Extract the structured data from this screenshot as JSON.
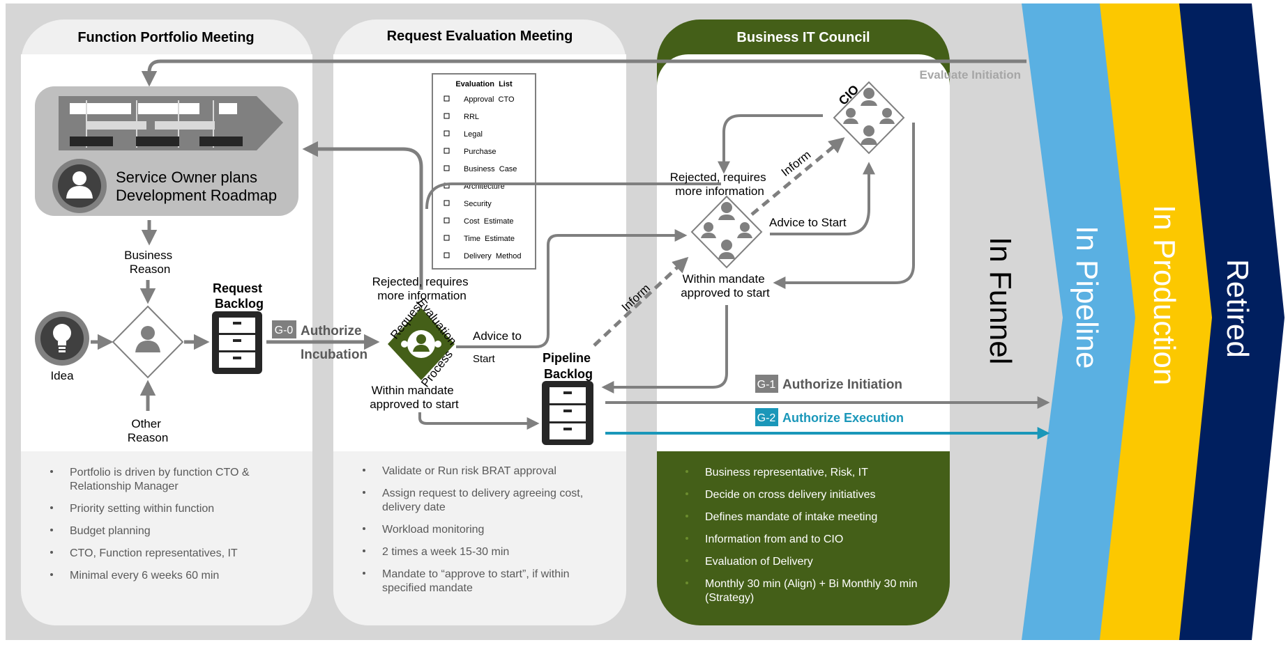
{
  "columns": {
    "fpm": {
      "title": "Function Portfolio Meeting",
      "roadmap": [
        "Service Owner plans",
        "Development Roadmap"
      ],
      "business_reason": [
        "Business",
        "Reason"
      ],
      "other_reason": [
        "Other",
        "Reason"
      ],
      "idea": "Idea",
      "request_backlog": [
        "Request",
        "Backlog"
      ],
      "bullets": [
        [
          "Portfolio is driven by function CTO &",
          "Relationship Manager"
        ],
        [
          "Priority setting within function"
        ],
        [
          "Budget planning"
        ],
        [
          "CTO, Function representatives, IT"
        ],
        [
          "Minimal every 6 weeks 60 min"
        ]
      ]
    },
    "rem": {
      "title": "Request Evaluation Meeting",
      "evaluation_list": {
        "title": "Evaluation  List",
        "items": [
          "Approval  CTO",
          "RRL",
          "Legal",
          "Purchase",
          "Business  Case",
          "Architecture",
          "Security",
          "Cost  Estimate",
          "Time  Estimate",
          "Delivery  Method"
        ]
      },
      "rejected": [
        "Rejected, requires",
        "more information"
      ],
      "rep_label": [
        "Request",
        "Evaluation",
        "Process"
      ],
      "advice": [
        "Advice to",
        "Start"
      ],
      "within_mandate": [
        "Within mandate",
        "approved to start"
      ],
      "pipeline_backlog": [
        "Pipeline",
        "Backlog"
      ],
      "bullets": [
        [
          "Validate or Run risk BRAT approval"
        ],
        [
          "Assign request to delivery agreeing cost,",
          "delivery date"
        ],
        [
          "Workload monitoring"
        ],
        [
          "2 times a week 15-30 min"
        ],
        [
          "Mandate to “approve to start”, if within",
          "specified mandate"
        ]
      ]
    },
    "bic": {
      "title": "Business IT Council",
      "cio": "CIO",
      "rejected": [
        "Rejected, requires",
        "more information"
      ],
      "inform": "Inform",
      "advice": "Advice to Start",
      "within_mandate": [
        "Within mandate",
        "approved to start"
      ],
      "bullets": [
        [
          "Business representative, Risk, IT"
        ],
        [
          "Decide on cross delivery initiatives"
        ],
        [
          "Defines mandate  of intake meeting"
        ],
        [
          "Information from and to CIO"
        ],
        [
          "Evaluation of Delivery"
        ],
        [
          "Monthly 30 min (Align) + Bi Monthly 30 min",
          "(Strategy)"
        ]
      ]
    }
  },
  "gates": {
    "g0": {
      "badge": "G-0",
      "label": [
        "Authorize",
        "Incubation"
      ]
    },
    "g1": {
      "badge": "G-1",
      "label": "Authorize Initiation"
    },
    "g2": {
      "badge": "G-2",
      "label": "Authorize Execution"
    }
  },
  "evaluate_initiation": "Evaluate Initiation",
  "inform_diag": "Inform",
  "stages": [
    "In Funnel",
    "In Pipeline",
    "In Production",
    "Retired"
  ],
  "colors": {
    "funnel": "#d6d6d6",
    "pipeline": "#5ab0e2",
    "production": "#fcc800",
    "retired": "#001f5f",
    "council": "#445f18",
    "g2": "#1a97b9",
    "arrow": "#7f7f7f"
  }
}
